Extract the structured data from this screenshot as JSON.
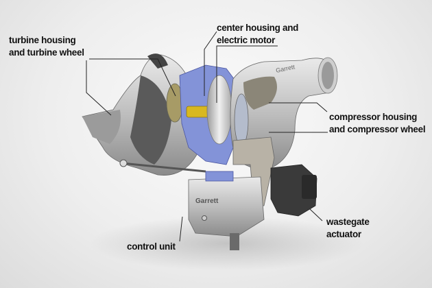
{
  "labels": {
    "turbine": [
      "turbine housing",
      "and turbine wheel"
    ],
    "center": [
      "center housing and",
      "electric motor"
    ],
    "compressor": [
      "compressor housing",
      "and compressor wheel"
    ],
    "wastegate": [
      "wastegate",
      "actuator"
    ],
    "control": [
      "control unit"
    ]
  },
  "brand_marks": [
    "Garrett",
    "Garrett"
  ],
  "colors": {
    "housing": "#c9c9c9",
    "center_housing": "#7f8fd6",
    "shaft": "#d8b820",
    "text": "#111111"
  }
}
